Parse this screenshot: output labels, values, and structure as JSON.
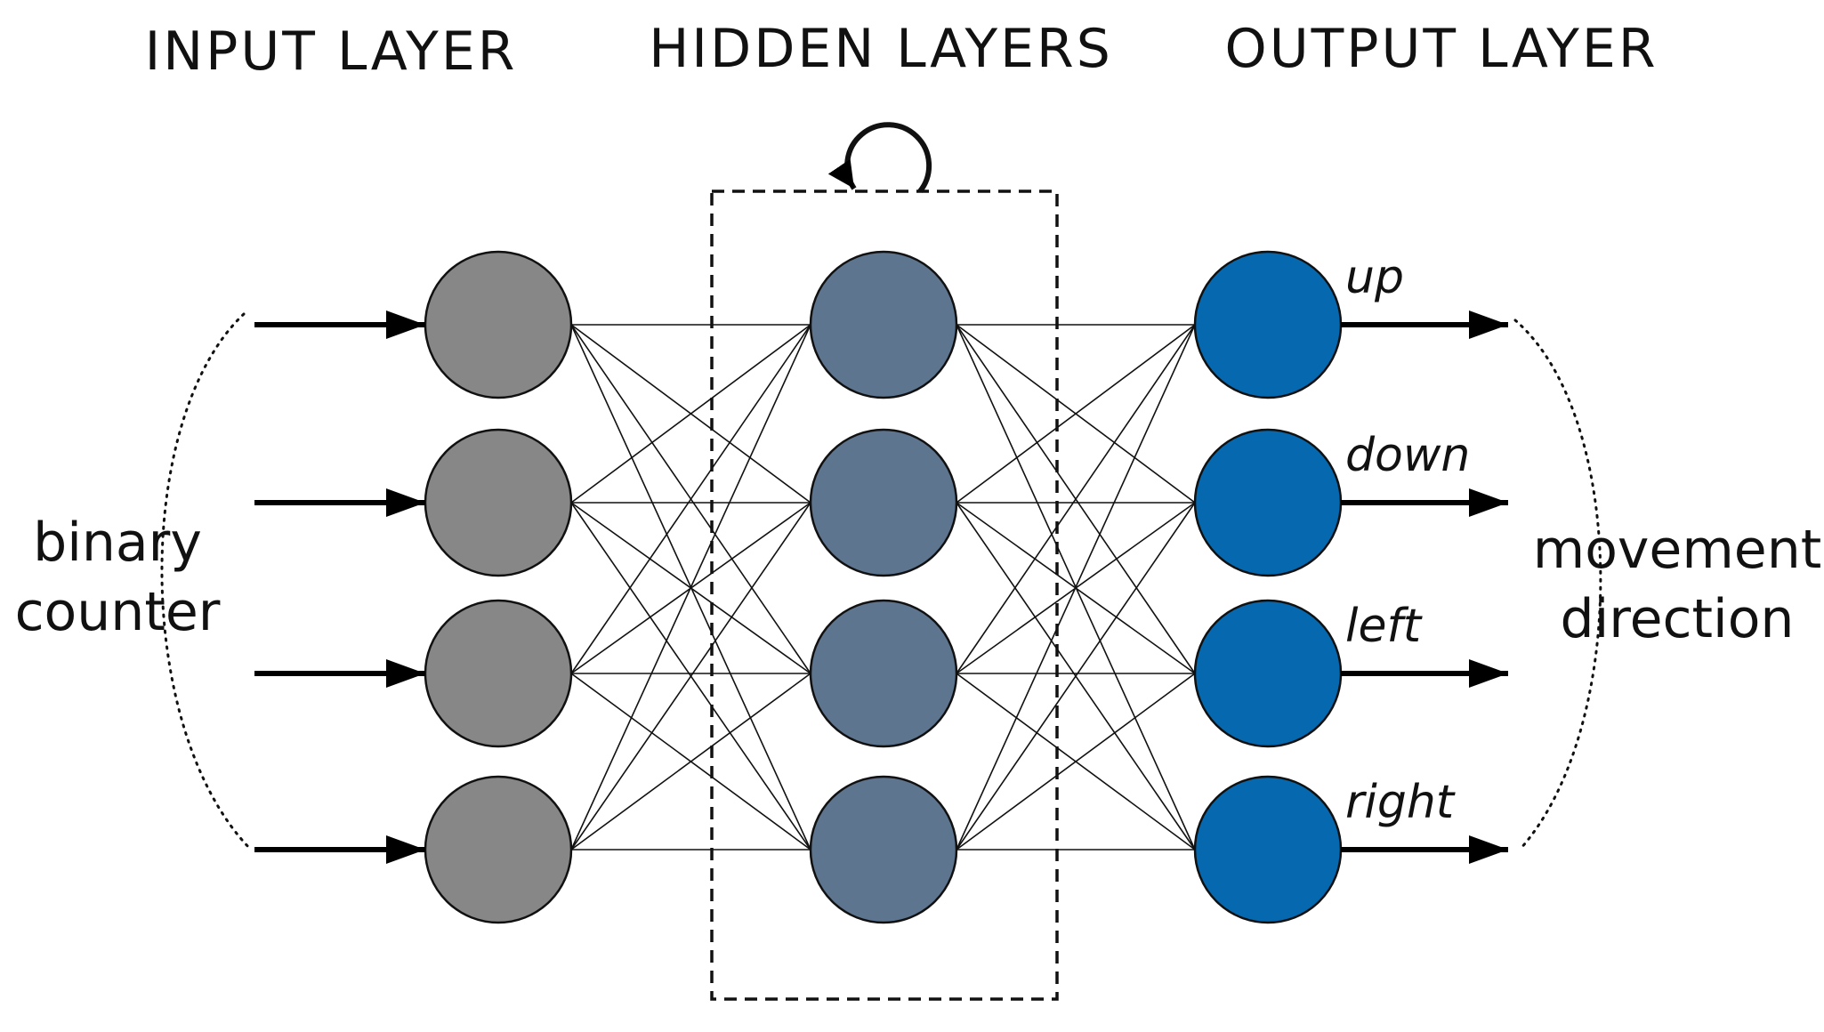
{
  "headings": {
    "input": "INPUT LAYER",
    "hidden": "HIDDEN LAYERS",
    "output": "OUTPUT LAYER"
  },
  "input_label": {
    "line1": "binary",
    "line2": "counter"
  },
  "output_label": {
    "line1": "movement",
    "line2": "direction"
  },
  "output_nodes": [
    {
      "label": "up"
    },
    {
      "label": "down"
    },
    {
      "label": "left"
    },
    {
      "label": "right"
    }
  ],
  "colors": {
    "input_node": "#878787",
    "hidden_node": "#5e758f",
    "output_node": "#0668ae",
    "stroke": "#111111"
  },
  "layers": [
    {
      "name": "input",
      "node_count": 4
    },
    {
      "name": "hidden",
      "node_count": 4,
      "recurrent": true
    },
    {
      "name": "output",
      "node_count": 4
    }
  ]
}
